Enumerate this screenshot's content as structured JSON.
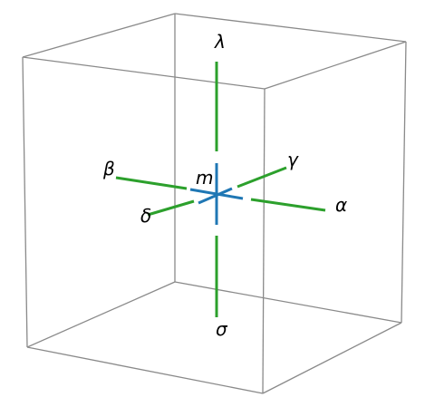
{
  "colors": {
    "cube_edges": "#8a8a8a",
    "axis_lines": "#2ca02c",
    "center_marker": "#1f77b4",
    "label_text": "#000000"
  },
  "labels": {
    "lambda": "λ",
    "sigma": "σ",
    "alpha": "α",
    "beta": "β",
    "gamma": "γ",
    "delta": "δ",
    "m": "m"
  }
}
